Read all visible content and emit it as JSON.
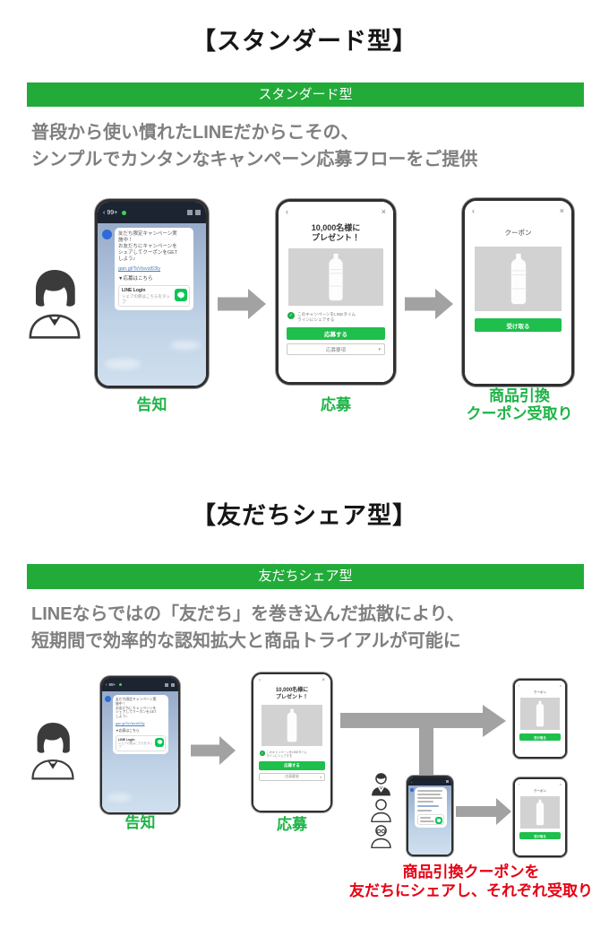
{
  "colors": {
    "banner_green": "#22ab39",
    "label_green": "#1db446",
    "button_green": "#1fbf4d",
    "line_green": "#06c755",
    "body_gray": "#7f7f7f",
    "red": "#e60012",
    "arrow_gray": "#a2a2a2",
    "link_blue": "#4a7ebb"
  },
  "section1": {
    "title": "【スタンダード型】",
    "banner": "スタンダード型",
    "description": "普段から使い慣れたLINEだからこその、\nシンプルでカンタンなキャンペーン応募フローをご提供",
    "step1": "告知",
    "step2": "応募",
    "step3": "商品引換\nクーポン受取り"
  },
  "section2": {
    "title": "【友だちシェア型】",
    "banner": "友だちシェア型",
    "description": "LINEならではの「友だち」を巻き込んだ拡散により、\n短期間で効率的な認知拡大と商品トライアルが可能に",
    "step1": "告知",
    "step2": "応募",
    "note": "商品引換クーポンを\n友だちにシェアし、それぞれ受取り"
  },
  "chat_phone": {
    "back": "‹",
    "badge": "99+",
    "message": "友だち限定キャンペーン実\n施中！\nお友だちにキャンペーンを\nシェアしてクーポンをGET\nしよう♪",
    "link": "gan.gl/TsVtsvst53ly",
    "apply_here": "▼応募はこちら",
    "login_title": "LINE Login",
    "login_sub": "シェアの際はこちらをタップ"
  },
  "campaign_phone": {
    "back": "‹",
    "close": "×",
    "title": "10,000名様に\nプレゼント！",
    "check_mark": "✓",
    "check_text": "このキャンペーンをLINEタイム\nラインにシェアする",
    "apply_button": "応募する",
    "terms_button": "応募要項",
    "terms_caret": "▾"
  },
  "coupon_phone": {
    "back": "‹",
    "close": "×",
    "title": "クーポン",
    "receive_button": "受け取る"
  }
}
